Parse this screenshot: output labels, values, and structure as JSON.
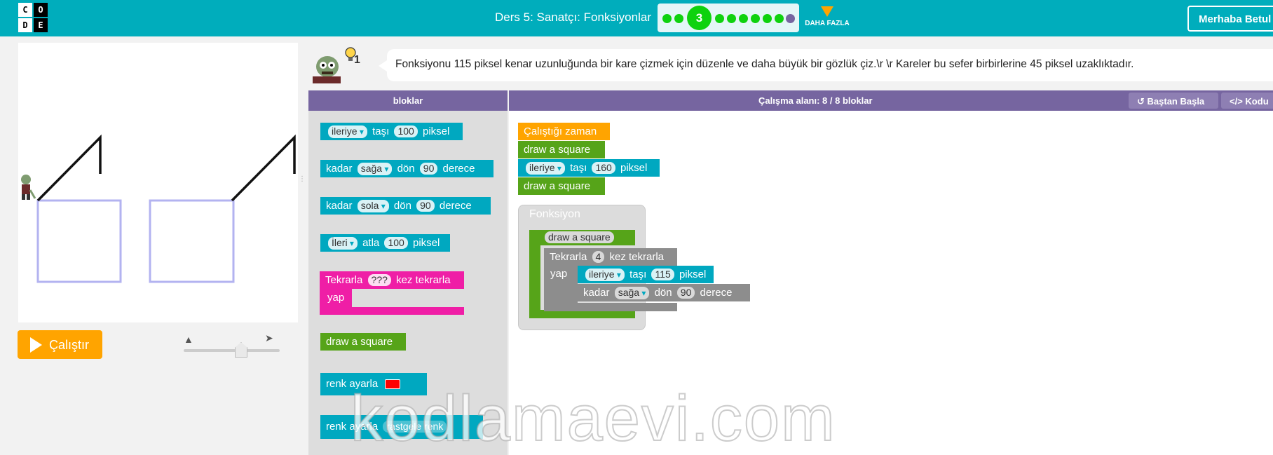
{
  "header": {
    "logo_letters": [
      "C",
      "O",
      "D",
      "E"
    ],
    "lesson_title": "Ders 5: Sanatçı: Fonksiyonlar",
    "current_level": "3",
    "more_label": "DAHA FAZLA",
    "user_greeting": "Merhaba Betul",
    "colors": {
      "bar": "#00adbc",
      "dot_done": "#0ed20e",
      "dot_last": "#7665a0"
    }
  },
  "left": {
    "run_button": "Çalıştır",
    "speed_icons": [
      "turtle-icon",
      "rabbit-icon"
    ],
    "speed_level": 0.6
  },
  "instructions": {
    "hint_count": "1",
    "text": "Fonksiyonu 115 piksel kenar uzunluğunda bir kare çizmek için düzenle ve daha büyük bir gözlük çiz.\\r \\r Kareler bu sefer birbirlerine 45 piksel uzaklıktadır."
  },
  "toolbox": {
    "header": "bloklar",
    "blocks": {
      "move": {
        "dir": "ileriye",
        "verb": "taşı",
        "value": "100",
        "unit": "piksel"
      },
      "turn_right": {
        "prefix": "kadar",
        "dir": "sağa",
        "verb": "dön",
        "value": "90",
        "unit": "derece"
      },
      "turn_left": {
        "prefix": "kadar",
        "dir": "sola",
        "verb": "dön",
        "value": "90",
        "unit": "derece"
      },
      "jump": {
        "dir": "İleri",
        "verb": "atla",
        "value": "100",
        "unit": "piksel"
      },
      "repeat": {
        "prefix": "Tekrarla",
        "value": "???",
        "suffix": "kez tekrarla",
        "do": "yap"
      },
      "call": "draw a square",
      "color1": {
        "label": "renk ayarla",
        "swatch": "#ff0000"
      },
      "color2": {
        "label": "renk ayarla",
        "value": "rastgele renk"
      }
    }
  },
  "workspace": {
    "header": "Çalışma alanı: 8 / 8 bloklar",
    "reset_label": "Baştan Başla",
    "code_label": "Kodu",
    "program": {
      "when_run": "Çalıştığı zaman",
      "call1": "draw a square",
      "move": {
        "dir": "ileriye",
        "verb": "taşı",
        "value": "160",
        "unit": "piksel"
      },
      "call2": "draw a square"
    },
    "function": {
      "title": "Fonksiyon",
      "name": "draw a square",
      "loop": {
        "prefix": "Tekrarla",
        "value": "4",
        "suffix": "kez tekrarla",
        "do": "yap"
      },
      "move": {
        "dir": "ileriye",
        "verb": "taşı",
        "value": "115",
        "unit": "piksel"
      },
      "turn": {
        "prefix": "kadar",
        "dir": "sağa",
        "verb": "dön",
        "value": "90",
        "unit": "derece"
      }
    }
  },
  "watermark": "kodlamaevi.com"
}
